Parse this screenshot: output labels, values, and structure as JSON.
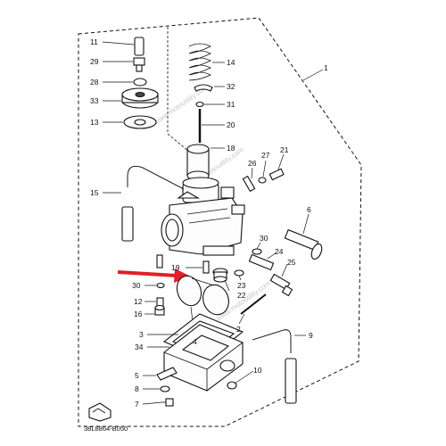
{
  "labels": {
    "l1": "1",
    "l2": "2",
    "l3": "3",
    "l4": "4",
    "l5": "5",
    "l6": "6",
    "l7": "7",
    "l8": "8",
    "l9": "9",
    "l10": "10",
    "l11": "11",
    "l12": "12",
    "l13": "13",
    "l14": "14",
    "l15": "15",
    "l16": "16",
    "l18": "18",
    "l19": "19",
    "l20": "20",
    "l21": "21",
    "l22": "22",
    "l23": "23",
    "l24": "24",
    "l25": "25",
    "l26": "26",
    "l27": "27",
    "l28": "28",
    "l29": "29",
    "l30a": "30",
    "l30b": "30",
    "l31": "31",
    "l32": "32",
    "l33": "33",
    "l34": "34"
  },
  "watermark": "www.motoutility.com",
  "drawing_code": "38L8864-B050",
  "colors": {
    "line": "#111111",
    "arrow": "#e0202a",
    "watermark": "#c8c8c8"
  }
}
